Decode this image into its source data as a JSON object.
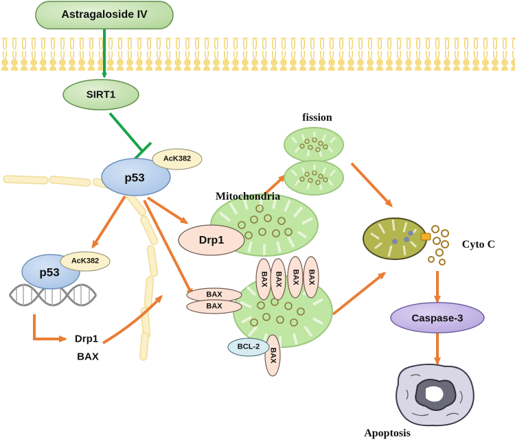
{
  "labels": {
    "astragaloside": "Astragaloside IV",
    "sirt1": "SIRT1",
    "p53_main": "p53",
    "ack382_main": "AcK382",
    "p53_nucleus": "p53",
    "ack382_nucleus": "AcK382",
    "drp1_gene": "Drp1",
    "bax_gene": "BAX",
    "fission": "fission",
    "mitochondria": "Mitochondria",
    "drp1_protein": "Drp1",
    "bax_1": "BAX",
    "bax_2": "BAX",
    "bax_v1": "BAX",
    "bax_v2": "BAX",
    "bax_v3": "BAX",
    "bax_v4": "BAX",
    "bax_v5": "BAX",
    "bcl2": "BCL-2",
    "cyto_c": "Cyto C",
    "caspase3": "Caspase-3",
    "apoptosis": "Apoptosis"
  },
  "colors": {
    "green_node_fill": "#c8e3b4",
    "green_node_stroke": "#5f8f48",
    "blue_node_fill": "#b8cfeb",
    "blue_node_stroke": "#6f8fb8",
    "tag_fill": "#fbf2cc",
    "peach_fill": "#fbe2d5",
    "purple_fill": "#c7b8e6",
    "arrow_green": "#18a44a",
    "arrow_orange": "#ea7d35",
    "mito_fill": "#bfe6a2",
    "membrane": "#f6dc85"
  }
}
